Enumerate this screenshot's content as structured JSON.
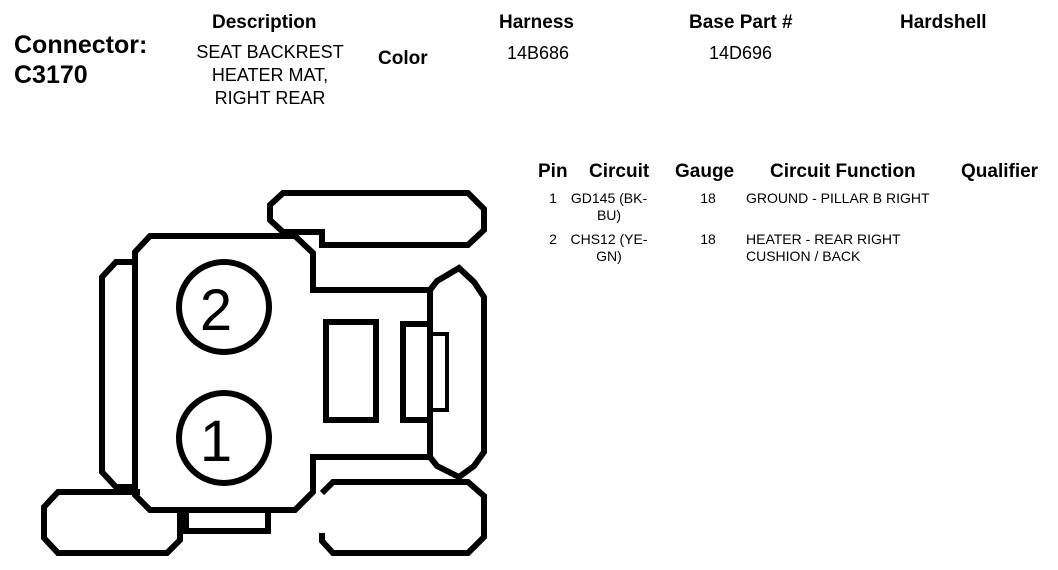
{
  "connector": {
    "label_line1": "Connector:",
    "label_line2": "C3170"
  },
  "headers": {
    "description": "Description",
    "harness": "Harness",
    "base_part": "Base Part #",
    "hardshell": "Hardshell",
    "color": "Color"
  },
  "values": {
    "description_lines": [
      "SEAT BACKREST",
      "HEATER MAT,",
      "RIGHT REAR"
    ],
    "harness": "14B686",
    "base_part": "14D696"
  },
  "pin_table": {
    "columns": [
      "Pin",
      "Circuit",
      "Gauge",
      "Circuit Function",
      "Qualifier"
    ],
    "rows": [
      {
        "pin": "1",
        "circuit_lines": [
          "GD145 (BK-",
          "BU)"
        ],
        "gauge": "18",
        "function_lines": [
          "GROUND - PILLAR B RIGHT"
        ],
        "qualifier": ""
      },
      {
        "pin": "2",
        "circuit_lines": [
          "CHS12 (YE-",
          "GN)"
        ],
        "gauge": "18",
        "function_lines": [
          "HEATER - REAR RIGHT",
          "CUSHION / BACK"
        ],
        "qualifier": ""
      }
    ]
  },
  "diagram": {
    "pin_labels": [
      "2",
      "1"
    ]
  }
}
